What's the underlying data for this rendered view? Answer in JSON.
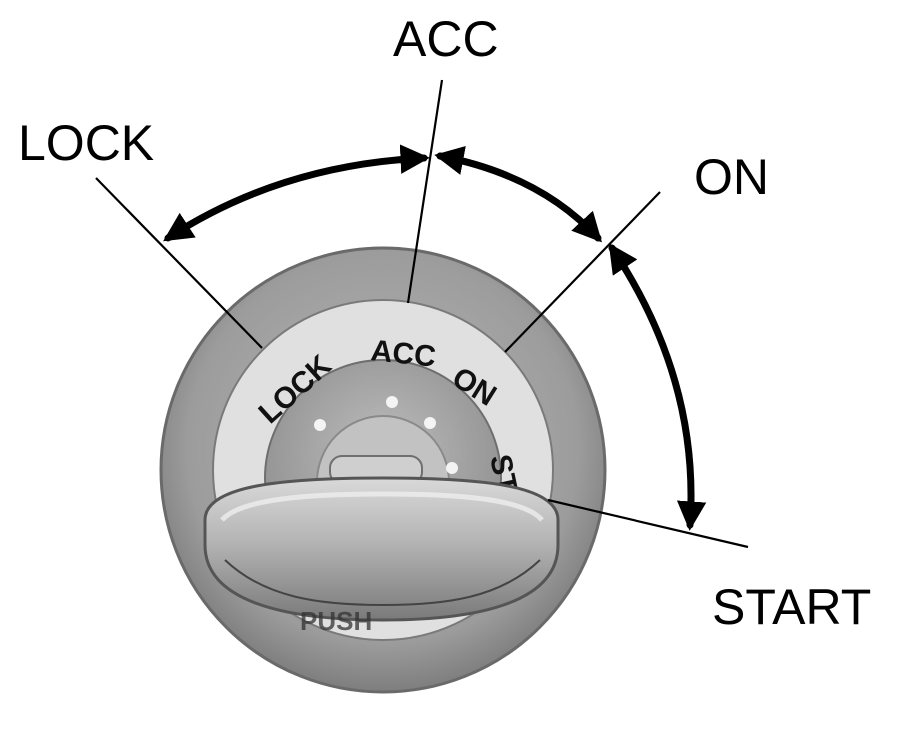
{
  "labels": {
    "lock": "LOCK",
    "acc": "ACC",
    "on": "ON",
    "start": "START"
  },
  "switch_face": {
    "lock": "LOCK",
    "acc": "ACC",
    "on": "ON",
    "start_partial": "ST",
    "push_partial": "PUSH"
  },
  "colors": {
    "outer_ring": "#9a9a9a",
    "label_ring": "#dedede",
    "inner_disk": "#a8a8a8",
    "knob": "#b5b5b5",
    "ink": "#000000"
  }
}
